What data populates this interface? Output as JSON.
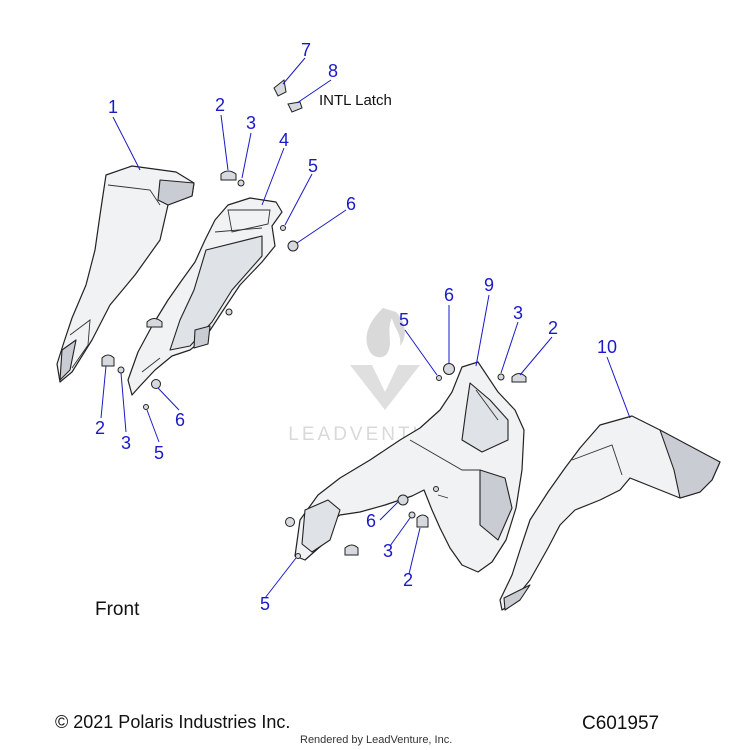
{
  "callouts": {
    "c1": "1",
    "c2a": "2",
    "c3a": "3",
    "c4": "4",
    "c5a": "5",
    "c6a": "6",
    "c7": "7",
    "c8": "8",
    "c2b": "2",
    "c3b": "3",
    "c5b": "5",
    "c6b": "6",
    "c5c": "5",
    "c6c": "6",
    "c9": "9",
    "c3c": "3",
    "c2c": "2",
    "c10": "10",
    "c6d": "6",
    "c3d": "3",
    "c2d": "2",
    "c5d": "5"
  },
  "labels": {
    "intl_latch": "INTL Latch",
    "front": "Front",
    "copyright": "© 2021 Polaris Industries Inc.",
    "diagram_code": "C601957",
    "rendered_by": "Rendered by LeadVenture, Inc.",
    "watermark": "LEADVENTURE"
  },
  "colors": {
    "callout": "#1a1ac8",
    "part_fill": "#f1f2f4",
    "part_shade": "#c9cdd3",
    "outline": "#222222",
    "watermark": "#d9d9d9"
  },
  "icons": {
    "watermark_logo": "flame-v-logo-icon"
  }
}
